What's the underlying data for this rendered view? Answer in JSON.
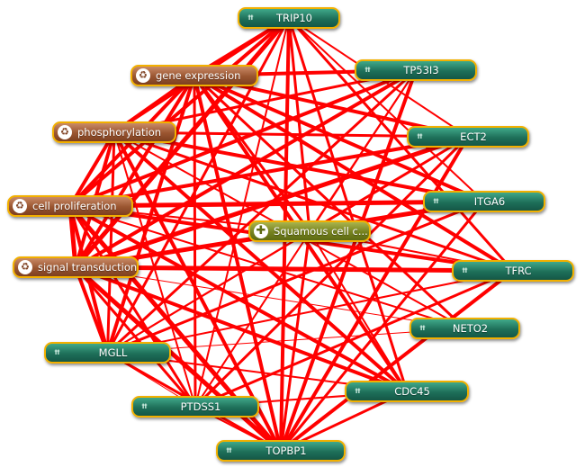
{
  "edge_color": "#ff0000",
  "nodes": {
    "trip10": {
      "label": "TRIP10",
      "type": "gene",
      "icon": "gene-icon"
    },
    "tp53i3": {
      "label": "TP53I3",
      "type": "gene",
      "icon": "gene-icon"
    },
    "ect2": {
      "label": "ECT2",
      "type": "gene",
      "icon": "gene-icon"
    },
    "itga6": {
      "label": "ITGA6",
      "type": "gene",
      "icon": "gene-icon"
    },
    "tfrc": {
      "label": "TFRC",
      "type": "gene",
      "icon": "gene-icon"
    },
    "neto2": {
      "label": "NETO2",
      "type": "gene",
      "icon": "gene-icon"
    },
    "cdc45": {
      "label": "CDC45",
      "type": "gene",
      "icon": "gene-icon"
    },
    "topbp1": {
      "label": "TOPBP1",
      "type": "gene",
      "icon": "gene-icon"
    },
    "ptdss1": {
      "label": "PTDSS1",
      "type": "gene",
      "icon": "gene-icon"
    },
    "mgll": {
      "label": "MGLL",
      "type": "gene",
      "icon": "gene-icon"
    },
    "gene_expression": {
      "label": "gene expression",
      "type": "process",
      "icon": "recycle-icon"
    },
    "phosphorylation": {
      "label": "phosphorylation",
      "type": "process",
      "icon": "recycle-icon"
    },
    "cell_proliferation": {
      "label": "cell proliferation",
      "type": "process",
      "icon": "recycle-icon"
    },
    "signal_transduction": {
      "label": "signal transduction",
      "type": "process",
      "icon": "recycle-icon"
    },
    "squamous": {
      "label": "Squamous cell c...",
      "type": "disease",
      "icon": "plus-icon"
    }
  },
  "edges": [
    [
      "trip10",
      "gene_expression",
      4
    ],
    [
      "trip10",
      "phosphorylation",
      3
    ],
    [
      "trip10",
      "cell_proliferation",
      4
    ],
    [
      "trip10",
      "signal_transduction",
      5
    ],
    [
      "trip10",
      "mgll",
      3
    ],
    [
      "trip10",
      "ptdss1",
      2
    ],
    [
      "trip10",
      "topbp1",
      4
    ],
    [
      "trip10",
      "cdc45",
      3
    ],
    [
      "trip10",
      "tfrc",
      3
    ],
    [
      "trip10",
      "ect2",
      2
    ],
    [
      "trip10",
      "squamous",
      3
    ],
    [
      "trip10",
      "itga6",
      2
    ],
    [
      "tp53i3",
      "gene_expression",
      4
    ],
    [
      "tp53i3",
      "phosphorylation",
      3
    ],
    [
      "tp53i3",
      "cell_proliferation",
      4
    ],
    [
      "tp53i3",
      "signal_transduction",
      4
    ],
    [
      "tp53i3",
      "mgll",
      3
    ],
    [
      "tp53i3",
      "topbp1",
      4
    ],
    [
      "tp53i3",
      "ptdss1",
      2
    ],
    [
      "tp53i3",
      "squamous",
      2
    ],
    [
      "ect2",
      "gene_expression",
      4
    ],
    [
      "ect2",
      "phosphorylation",
      3
    ],
    [
      "ect2",
      "cell_proliferation",
      4
    ],
    [
      "ect2",
      "signal_transduction",
      5
    ],
    [
      "ect2",
      "topbp1",
      4
    ],
    [
      "ect2",
      "mgll",
      2
    ],
    [
      "ect2",
      "ptdss1",
      3
    ],
    [
      "itga6",
      "gene_expression",
      4
    ],
    [
      "itga6",
      "phosphorylation",
      4
    ],
    [
      "itga6",
      "cell_proliferation",
      5
    ],
    [
      "itga6",
      "signal_transduction",
      5
    ],
    [
      "itga6",
      "mgll",
      3
    ],
    [
      "itga6",
      "topbp1",
      3
    ],
    [
      "tfrc",
      "gene_expression",
      4
    ],
    [
      "tfrc",
      "phosphorylation",
      3
    ],
    [
      "tfrc",
      "cell_proliferation",
      4
    ],
    [
      "tfrc",
      "signal_transduction",
      5
    ],
    [
      "tfrc",
      "mgll",
      2
    ],
    [
      "tfrc",
      "topbp1",
      4
    ],
    [
      "tfrc",
      "ptdss1",
      3
    ],
    [
      "neto2",
      "gene_expression",
      3
    ],
    [
      "neto2",
      "phosphorylation",
      2
    ],
    [
      "neto2",
      "cell_proliferation",
      2
    ],
    [
      "neto2",
      "signal_transduction",
      1
    ],
    [
      "neto2",
      "mgll",
      1
    ],
    [
      "cdc45",
      "gene_expression",
      4
    ],
    [
      "cdc45",
      "phosphorylation",
      4
    ],
    [
      "cdc45",
      "cell_proliferation",
      4
    ],
    [
      "cdc45",
      "signal_transduction",
      4
    ],
    [
      "cdc45",
      "mgll",
      2
    ],
    [
      "cdc45",
      "topbp1",
      3
    ],
    [
      "cdc45",
      "ptdss1",
      2
    ],
    [
      "cdc45",
      "trip10",
      2
    ],
    [
      "topbp1",
      "gene_expression",
      4
    ],
    [
      "topbp1",
      "phosphorylation",
      4
    ],
    [
      "topbp1",
      "cell_proliferation",
      5
    ],
    [
      "topbp1",
      "signal_transduction",
      5
    ],
    [
      "topbp1",
      "mgll",
      3
    ],
    [
      "topbp1",
      "ptdss1",
      2
    ],
    [
      "topbp1",
      "squamous",
      3
    ],
    [
      "ptdss1",
      "gene_expression",
      3
    ],
    [
      "ptdss1",
      "phosphorylation",
      2
    ],
    [
      "ptdss1",
      "cell_proliferation",
      3
    ],
    [
      "ptdss1",
      "signal_transduction",
      3
    ],
    [
      "ptdss1",
      "mgll",
      1
    ],
    [
      "mgll",
      "gene_expression",
      4
    ],
    [
      "mgll",
      "phosphorylation",
      3
    ],
    [
      "mgll",
      "cell_proliferation",
      4
    ],
    [
      "mgll",
      "signal_transduction",
      4
    ],
    [
      "gene_expression",
      "phosphorylation",
      4
    ],
    [
      "gene_expression",
      "cell_proliferation",
      4
    ],
    [
      "gene_expression",
      "signal_transduction",
      4
    ],
    [
      "phosphorylation",
      "cell_proliferation",
      4
    ],
    [
      "phosphorylation",
      "signal_transduction",
      4
    ],
    [
      "cell_proliferation",
      "signal_transduction",
      5
    ],
    [
      "squamous",
      "gene_expression",
      3
    ],
    [
      "squamous",
      "cell_proliferation",
      2
    ],
    [
      "squamous",
      "signal_transduction",
      2
    ],
    [
      "squamous",
      "tfrc",
      2
    ],
    [
      "squamous",
      "itga6",
      2
    ],
    [
      "squamous",
      "ect2",
      3
    ],
    [
      "squamous",
      "mgll",
      2
    ],
    [
      "squamous",
      "cdc45",
      2
    ]
  ]
}
